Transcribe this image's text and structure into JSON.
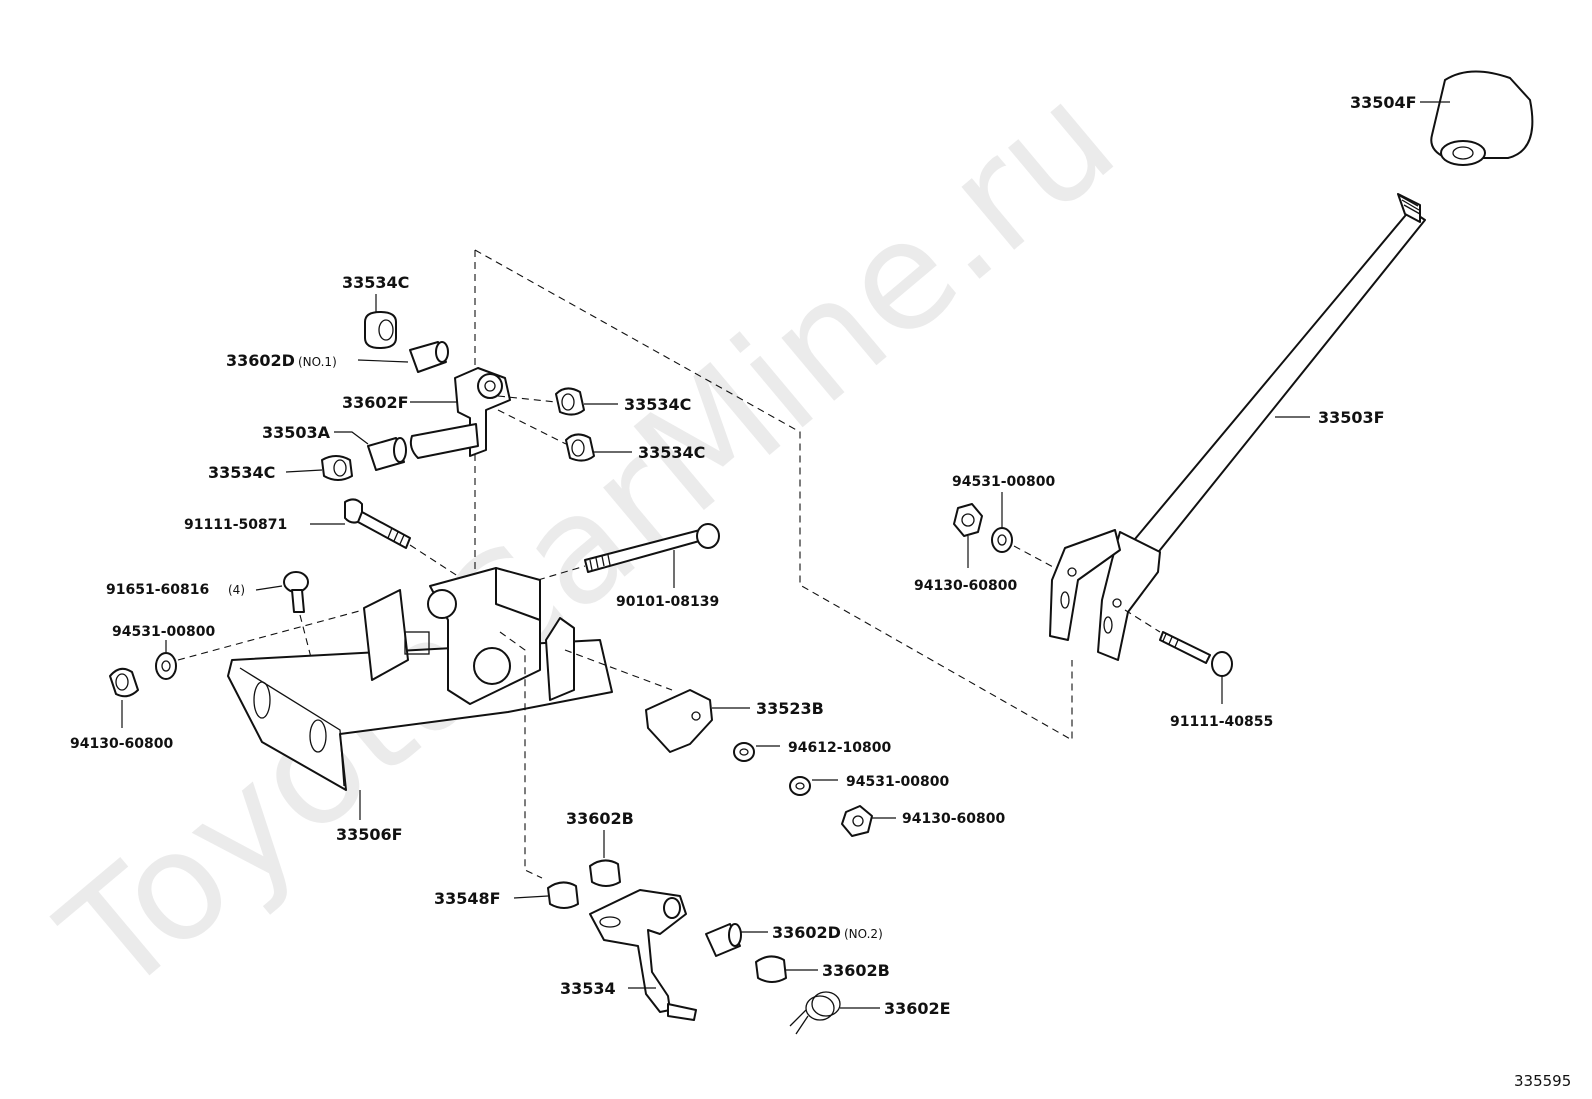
{
  "watermark": "ToyotaCarMine.ru",
  "figure_number": "335595",
  "labels": {
    "l33504F": "33504F",
    "l33503F": "33503F",
    "l33534C_top": "33534C",
    "l33602D_no1": "33602D",
    "l33602D_no1_note": "(NO.1)",
    "l33602F": "33602F",
    "l33534C_r1": "33534C",
    "l33503A": "33503A",
    "l33534C_r2": "33534C",
    "l33534C_left": "33534C",
    "l91111_50871": "91111-50871",
    "l91651_60816": "91651-60816",
    "l91651_60816_note": "(4)",
    "l90101_08139": "90101-08139",
    "l94531_00800_left": "94531-00800",
    "l94130_60800_left": "94130-60800",
    "l33506F": "33506F",
    "l33523B": "33523B",
    "l94612_10800": "94612-10800",
    "l94531_00800_mid": "94531-00800",
    "l94130_60800_mid": "94130-60800",
    "l94531_00800_right": "94531-00800",
    "l94130_60800_right": "94130-60800",
    "l91111_40855": "91111-40855",
    "l33602B_top": "33602B",
    "l33548F": "33548F",
    "l33602D_no2": "33602D",
    "l33602D_no2_note": "(NO.2)",
    "l33602B_bottom": "33602B",
    "l33534": "33534",
    "l33602E": "33602E"
  }
}
